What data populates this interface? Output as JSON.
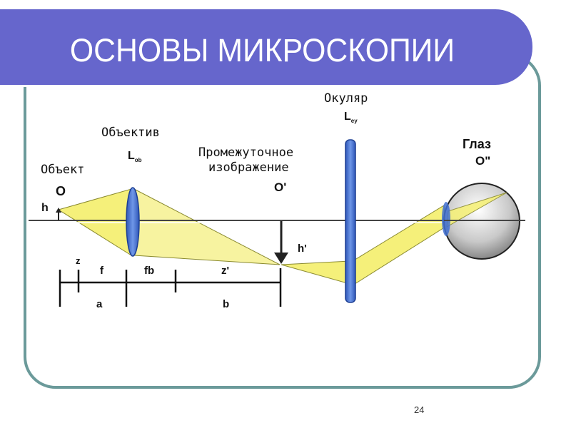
{
  "slide": {
    "title": "ОСНОВЫ МИКРОСКОПИИ",
    "page_number": "24",
    "colors": {
      "title_bar": "#6666cc",
      "frame_border": "#6b9a9a",
      "beam_yellow": "#f5f07a",
      "lens_blue": "#3f6fd0",
      "axis": "#444444"
    }
  },
  "diagram": {
    "labels": {
      "object": "Объект",
      "object_symbol": "O",
      "object_height": "h",
      "objective": "Объектив",
      "objective_symbol": "L",
      "objective_subscript": "ob",
      "intermediate_line1": "Промежуточное",
      "intermediate_line2": "изображение",
      "intermediate_symbol": "O'",
      "image_height": "h'",
      "eyepiece": "Окуляр",
      "eyepiece_symbol": "L",
      "eyepiece_subscript": "ey",
      "eye": "Глаз",
      "eye_symbol": "O\""
    },
    "dimensions": {
      "z": "z",
      "f": "f",
      "fb": "fb",
      "z_prime": "z'",
      "a": "a",
      "b": "b"
    }
  }
}
